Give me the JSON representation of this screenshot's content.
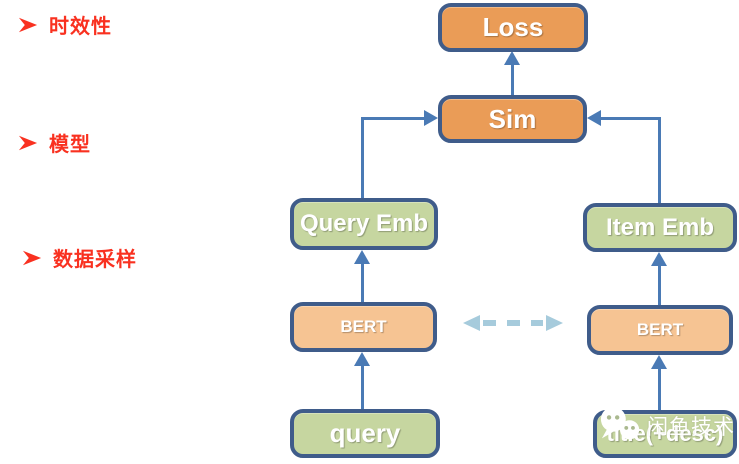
{
  "colors": {
    "accent_orange": "#EA9C57",
    "accent_light_orange": "#F6C493",
    "accent_green": "#C6D6A0",
    "box_border": "#3F5C8A",
    "connector_blue": "#4A7AB5",
    "dashed_arrow_blue": "#A6CBDC",
    "bullet_red": "#F93120"
  },
  "bullets": [
    {
      "label": "时效性"
    },
    {
      "label": "模型"
    },
    {
      "label": "数据采样"
    }
  ],
  "diagram": {
    "nodes": {
      "loss": "Loss",
      "sim": "Sim",
      "query_emb": "Query Emb",
      "item_emb": "Item Emb",
      "bert_left": "BERT",
      "bert_right": "BERT",
      "query": "query",
      "item_title": "title(+desc)"
    }
  },
  "watermark": {
    "text": "闲鱼技术"
  }
}
